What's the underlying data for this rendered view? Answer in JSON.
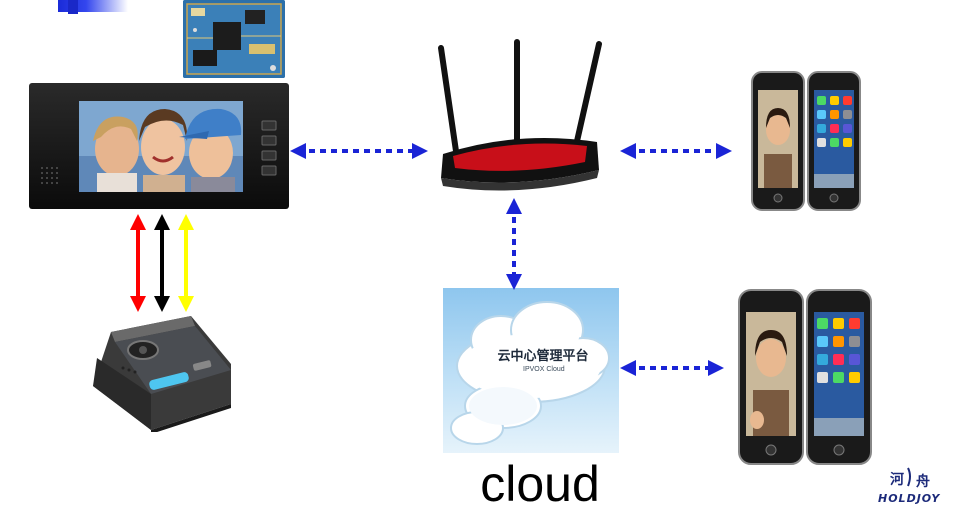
{
  "cloud_tile": {
    "chinese_label": "云中心管理平台",
    "english_label": "IPVOX Cloud"
  },
  "cloud_caption": "cloud",
  "logo": {
    "text_latin": "HOLDJOY",
    "text_cn": "河舟"
  },
  "connections": [
    {
      "from": "monitor",
      "to": "router",
      "style": "dotted-double-arrow",
      "color": "#1a24d6"
    },
    {
      "from": "router",
      "to": "phones-top",
      "style": "dotted-double-arrow",
      "color": "#1a24d6"
    },
    {
      "from": "router",
      "to": "cloud",
      "style": "dotted-double-arrow",
      "color": "#1a24d6"
    },
    {
      "from": "cloud",
      "to": "phones-bottom",
      "style": "dotted-double-arrow",
      "color": "#1a24d6"
    },
    {
      "from": "monitor",
      "to": "doorbell",
      "style": "solid-double-arrow",
      "color": "#ff0000"
    },
    {
      "from": "monitor",
      "to": "doorbell",
      "style": "solid-double-arrow",
      "color": "#000000"
    },
    {
      "from": "monitor",
      "to": "doorbell",
      "style": "solid-double-arrow",
      "color": "#ffff00"
    }
  ]
}
